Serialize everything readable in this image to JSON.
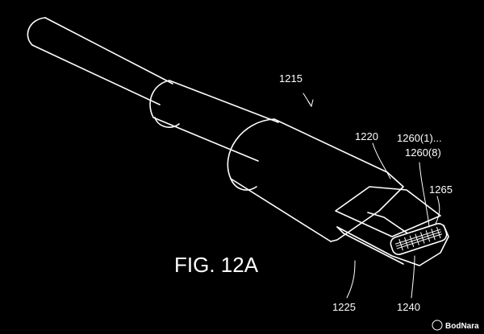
{
  "figure": {
    "caption": "FIG. 12A",
    "labels": {
      "l1215": "1215",
      "l1220": "1220",
      "l1260a": "1260(1)...",
      "l1260b": "1260(8)",
      "l1265": "1265",
      "l1225": "1225",
      "l1240": "1240"
    },
    "watermark": "BodNara"
  }
}
